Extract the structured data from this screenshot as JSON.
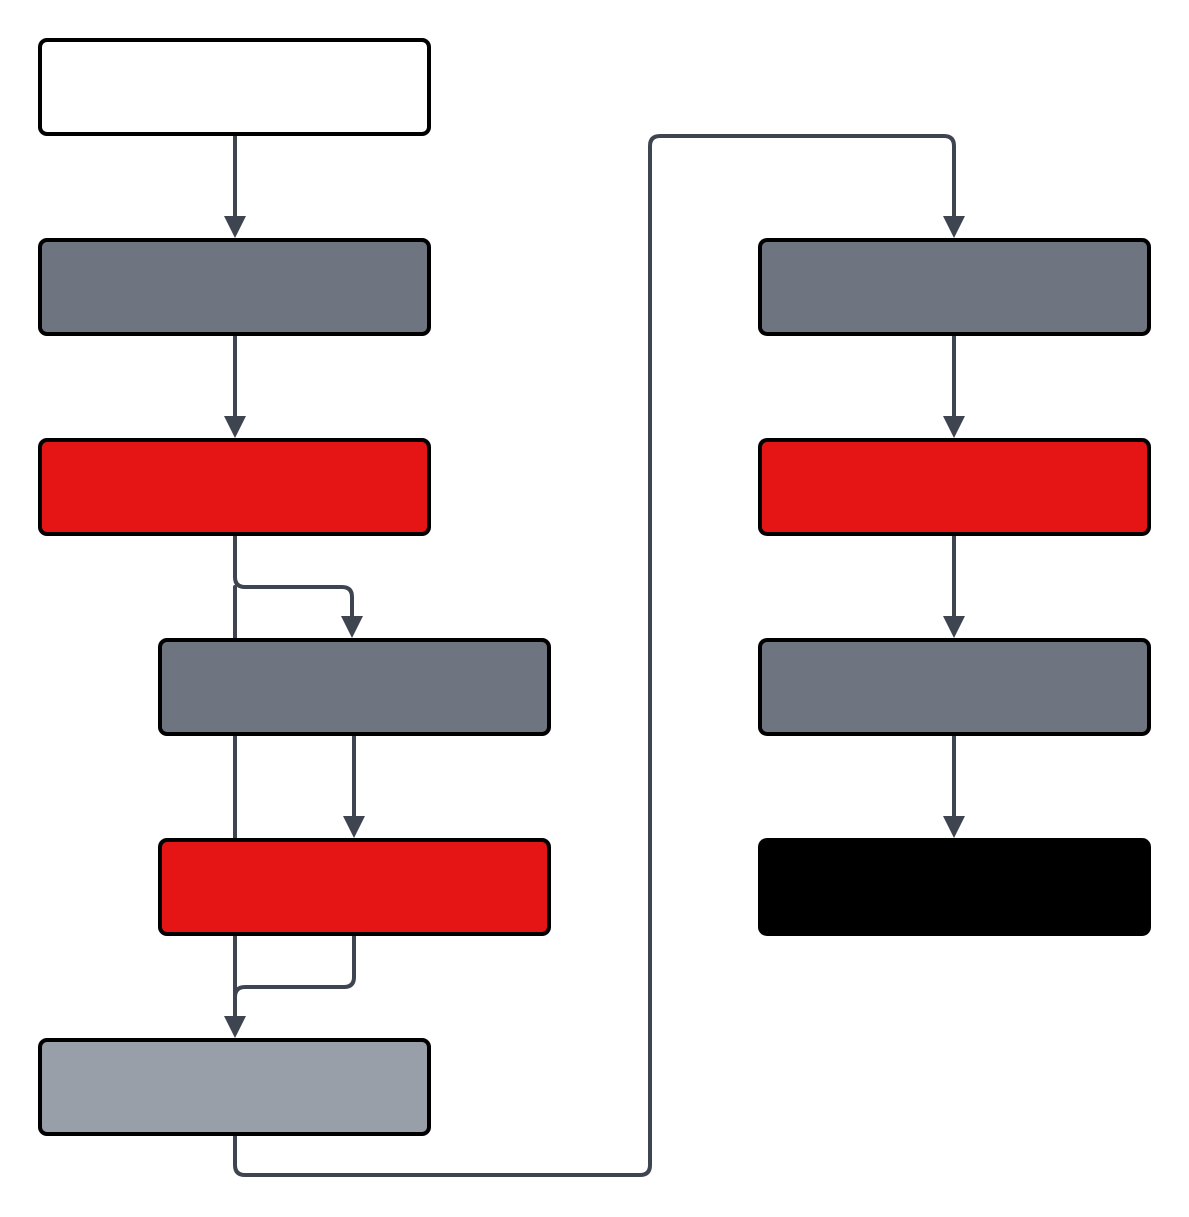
{
  "colors": {
    "white": "#ffffff",
    "slate": "#6e7480",
    "red": "#e51515",
    "light_slate": "#989fa8",
    "black": "#000000",
    "edge": "#3f4451"
  },
  "nodes": [
    {
      "id": "n1",
      "fill": "white"
    },
    {
      "id": "n2",
      "fill": "slate"
    },
    {
      "id": "n3",
      "fill": "red"
    },
    {
      "id": "n4",
      "fill": "slate"
    },
    {
      "id": "n5",
      "fill": "red"
    },
    {
      "id": "n6",
      "fill": "light_slate"
    },
    {
      "id": "n7",
      "fill": "slate"
    },
    {
      "id": "n8",
      "fill": "red"
    },
    {
      "id": "n9",
      "fill": "slate"
    },
    {
      "id": "n10",
      "fill": "black"
    }
  ],
  "edges": [
    {
      "from": "n1",
      "to": "n2"
    },
    {
      "from": "n2",
      "to": "n3"
    },
    {
      "from": "n3",
      "to": "n4"
    },
    {
      "from": "n3",
      "to": "n6"
    },
    {
      "from": "n4",
      "to": "n5"
    },
    {
      "from": "n5",
      "to": "n6"
    },
    {
      "from": "n6",
      "to": "n7"
    },
    {
      "from": "n7",
      "to": "n8"
    },
    {
      "from": "n8",
      "to": "n9"
    },
    {
      "from": "n9",
      "to": "n10"
    }
  ]
}
